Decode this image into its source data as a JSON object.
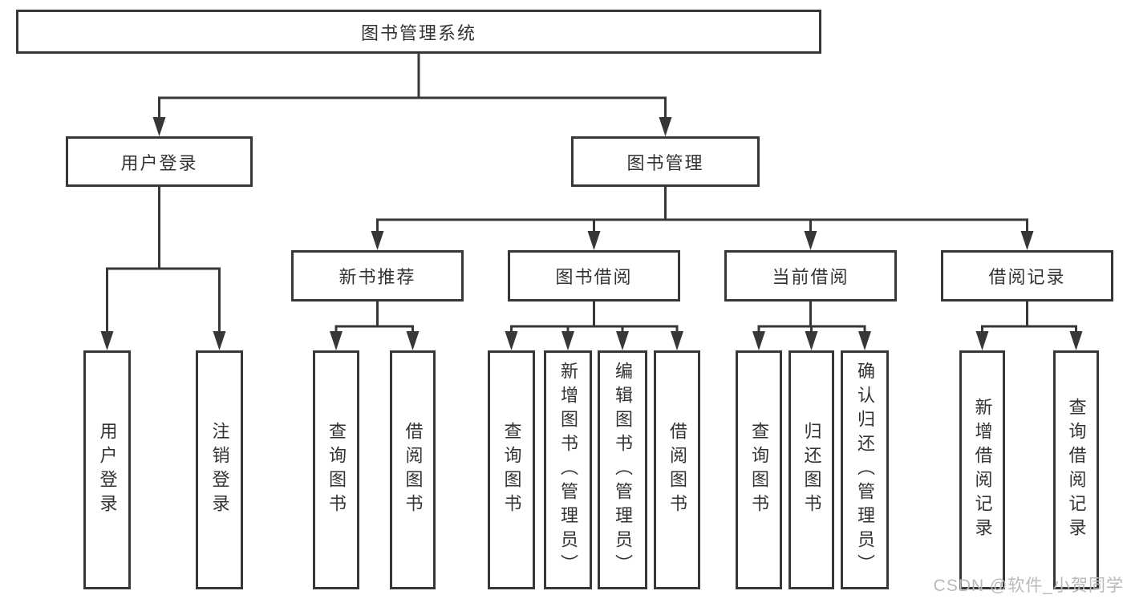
{
  "tree": {
    "root": {
      "label": "图书管理系统"
    },
    "branches": [
      {
        "label": "用户登录",
        "children": [
          {
            "label": "用户登录"
          },
          {
            "label": "注销登录"
          }
        ]
      },
      {
        "label": "图书管理",
        "children": [
          {
            "label": "新书推荐",
            "children": [
              {
                "label": "查询图书"
              },
              {
                "label": "借阅图书"
              }
            ]
          },
          {
            "label": "图书借阅",
            "children": [
              {
                "label": "查询图书"
              },
              {
                "label": "新增图书（管理员）"
              },
              {
                "label": "编辑图书（管理员）"
              },
              {
                "label": "借阅图书"
              }
            ]
          },
          {
            "label": "当前借阅",
            "children": [
              {
                "label": "查询图书"
              },
              {
                "label": "归还图书"
              },
              {
                "label": "确认归还（管理员）"
              }
            ]
          },
          {
            "label": "借阅记录",
            "children": [
              {
                "label": "新增借阅记录"
              },
              {
                "label": "查询借阅记录"
              }
            ]
          }
        ]
      }
    ]
  },
  "watermark": "CSDN @软件_小贺同学",
  "colors": {
    "line": "#373737",
    "text": "#333333",
    "box_background": "#ffffff",
    "page_background": "#ffffff",
    "watermark": "#b6babe"
  }
}
